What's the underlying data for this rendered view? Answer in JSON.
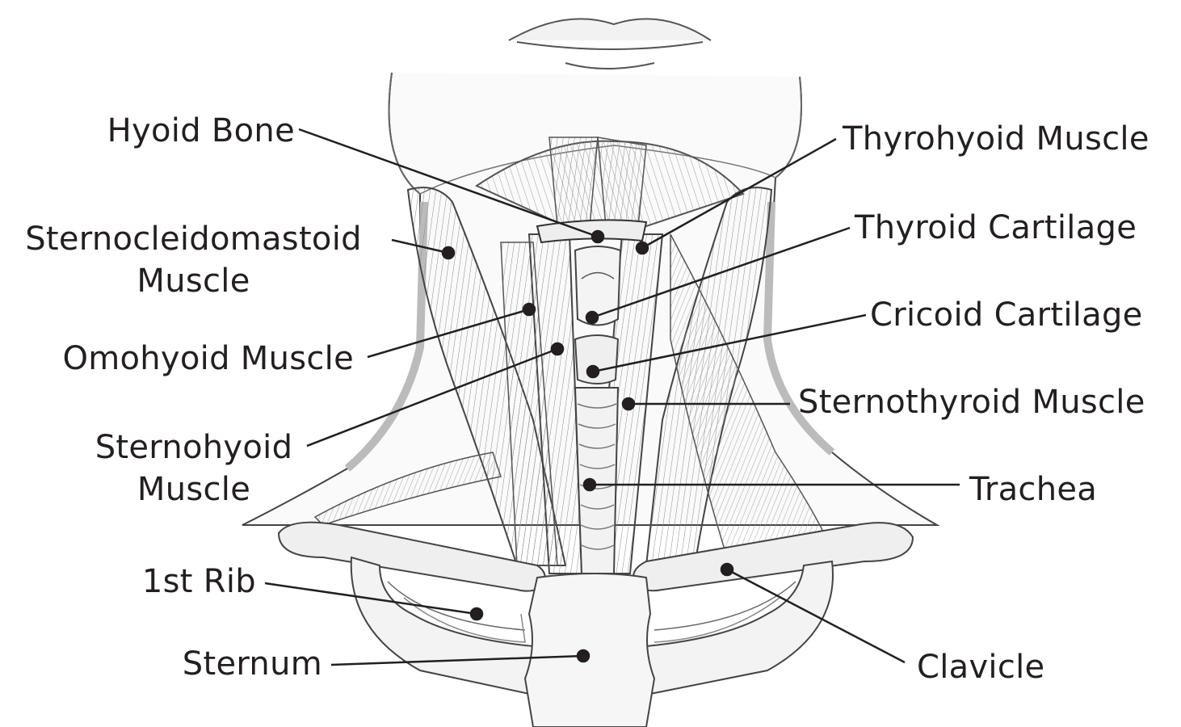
{
  "diagram": {
    "colors": {
      "ink": "#231f20",
      "skin_shade": "#dcdcdc",
      "muscle_shade": "#e4e4e4",
      "bone_fill": "#efefef"
    },
    "labels": {
      "hyoid_bone": "Hyoid Bone",
      "sternocleidomastoid_line1": "Sternocleidomastoid",
      "sternocleidomastoid_line2": "Muscle",
      "omohyoid_muscle": "Omohyoid Muscle",
      "sternohyoid_line1": "Sternohyoid",
      "sternohyoid_line2": "Muscle",
      "first_rib": "1st Rib",
      "sternum": "Sternum",
      "thyrohyoid_muscle": "Thyrohyoid Muscle",
      "thyroid_cartilage": "Thyroid Cartilage",
      "cricoid_cartilage": "Cricoid Cartilage",
      "sternothyroid_muscle": "Sternothyroid Muscle",
      "trachea": "Trachea",
      "clavicle": "Clavicle"
    }
  }
}
